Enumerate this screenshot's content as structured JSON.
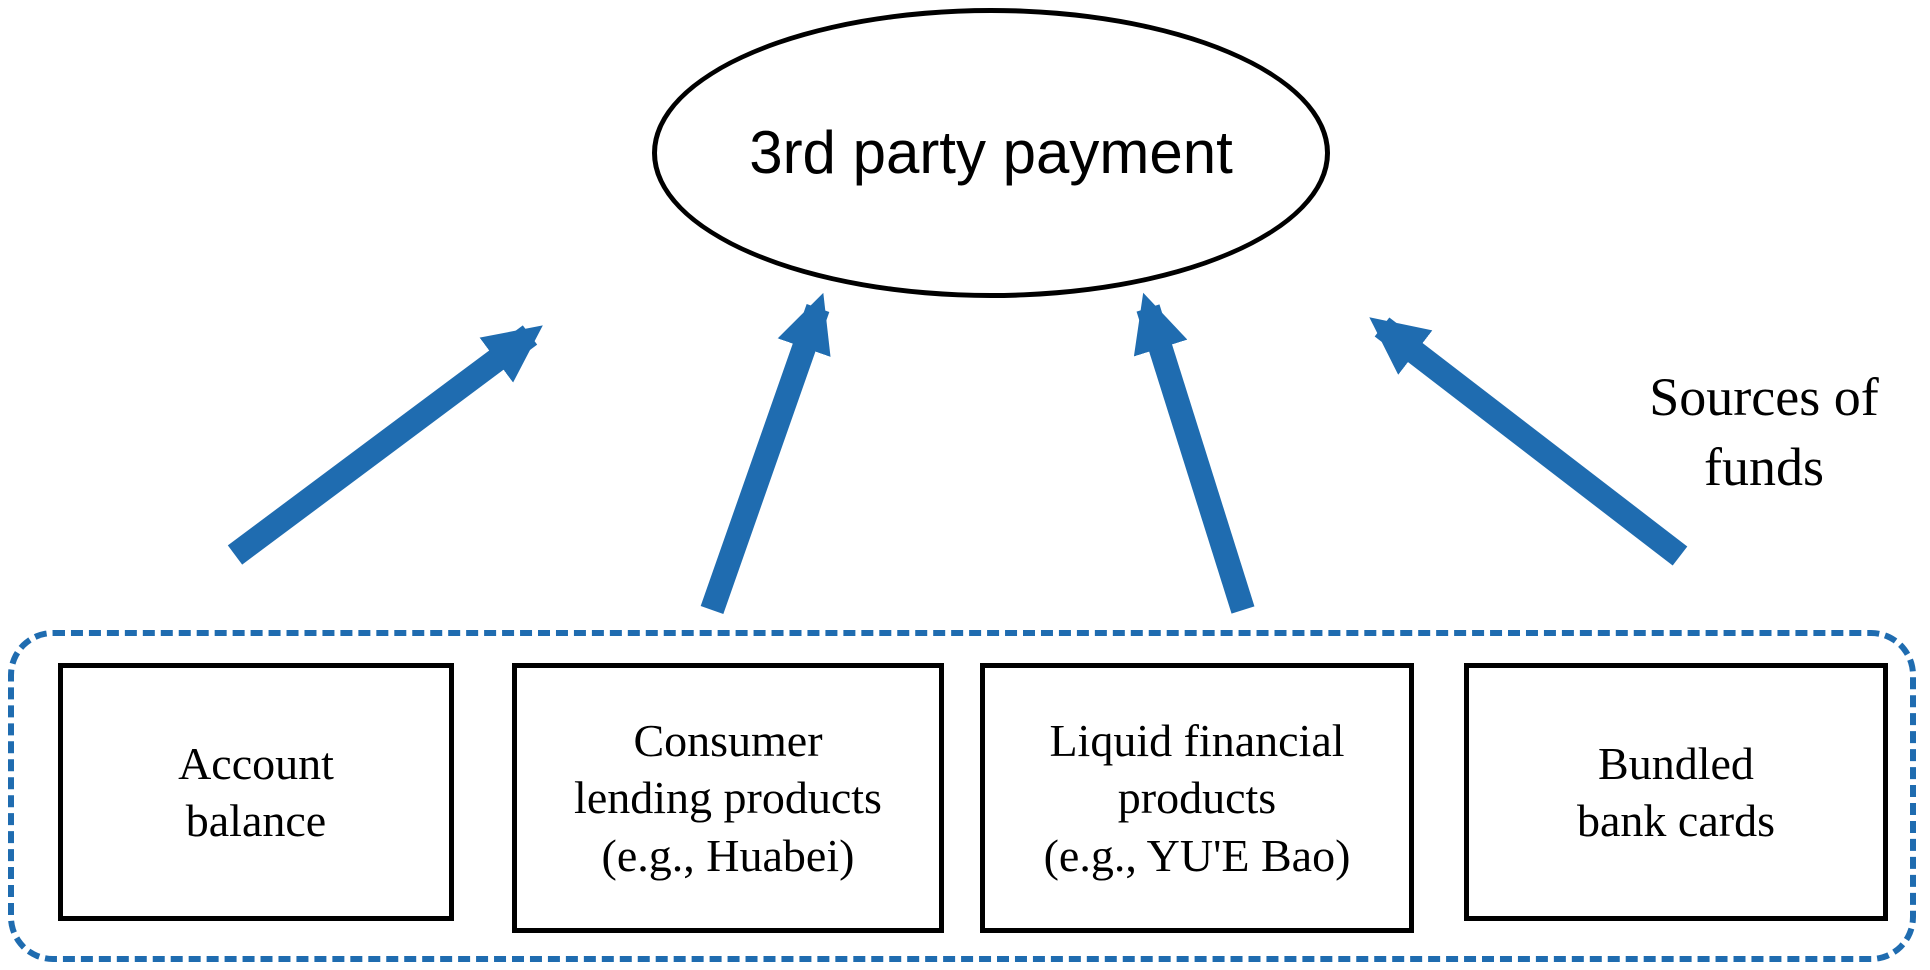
{
  "diagram": {
    "title_node": {
      "label": "3rd party payment"
    },
    "caption": "Sources of\nfunds",
    "boxes": [
      {
        "id": "account-balance",
        "label": "Account\nbalance"
      },
      {
        "id": "consumer-lending",
        "label": "Consumer\nlending products\n(e.g., Huabei)"
      },
      {
        "id": "liquid-financial",
        "label": "Liquid financial\nproducts\n(e.g., YU'E Bao)"
      },
      {
        "id": "bundled-bank-cards",
        "label": "Bundled\nbank cards"
      }
    ],
    "colors": {
      "arrow": "#1f6cb0",
      "dashed_border": "#1f6cb0",
      "node_border": "#000000",
      "text": "#000000",
      "background": "#ffffff"
    }
  }
}
